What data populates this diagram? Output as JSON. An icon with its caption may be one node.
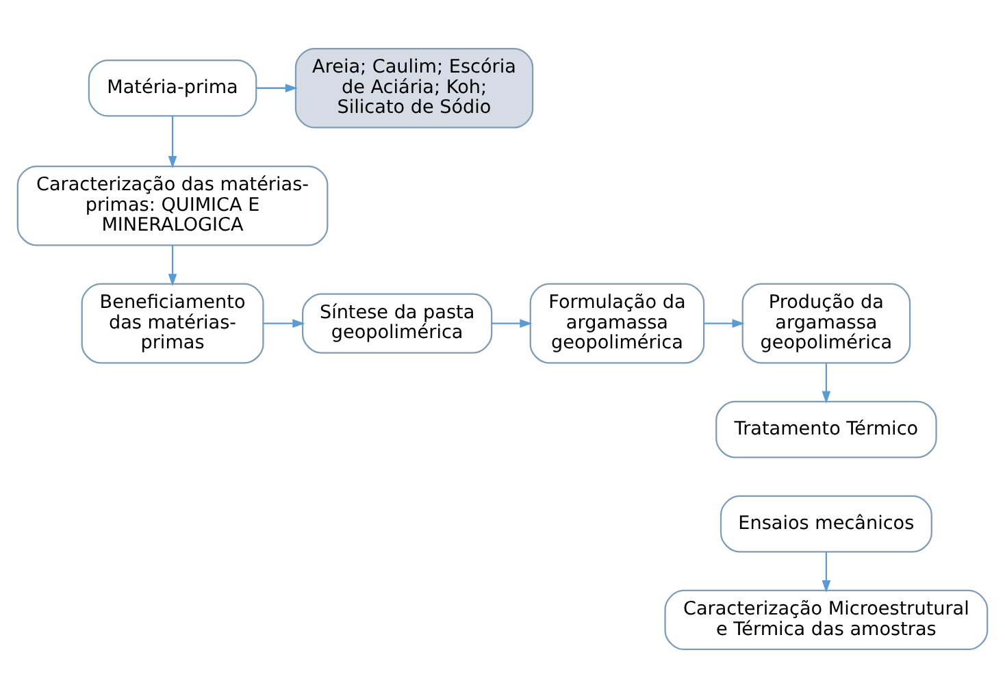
{
  "diagram": {
    "nodes": [
      {
        "text": [
          "Matéria-prima"
        ]
      },
      {
        "text": [
          "Areia; Caulim; Escória de Aciária; Koh; Silicato de Sódio"
        ]
      },
      {
        "text": [
          "Caracterização das matérias-primas: QUIMICA E MINERALOGICA"
        ]
      },
      {
        "text": [
          "Beneficiamento das matérias-primas"
        ]
      },
      {
        "text": [
          "Síntese da pasta geopolimérica"
        ]
      },
      {
        "text": [
          "Formulação da argamassa geopolimérica"
        ]
      },
      {
        "text": [
          "Produção da argamassa geopolimérica"
        ]
      },
      {
        "text": [
          "Tratamento Térmico"
        ]
      },
      {
        "text": [
          "Ensaios mecânicos"
        ]
      },
      {
        "text": [
          "Caracterização Microestrutural e Térmica das amostras"
        ]
      }
    ],
    "edges": [
      {
        "from": 0,
        "to": 1,
        "arrow": "to"
      },
      {
        "from": 0,
        "to": 2,
        "arrow": "to"
      },
      {
        "from": 2,
        "to": 3,
        "arrow": "to"
      },
      {
        "from": 3,
        "to": 4,
        "arrow": "to"
      },
      {
        "from": 4,
        "to": 5,
        "arrow": "to"
      },
      {
        "from": 5,
        "to": 6,
        "arrow": "to"
      },
      {
        "from": 6,
        "to": 7,
        "arrow": "to"
      },
      {
        "from": 8,
        "to": 9,
        "arrow": "to"
      }
    ]
  }
}
